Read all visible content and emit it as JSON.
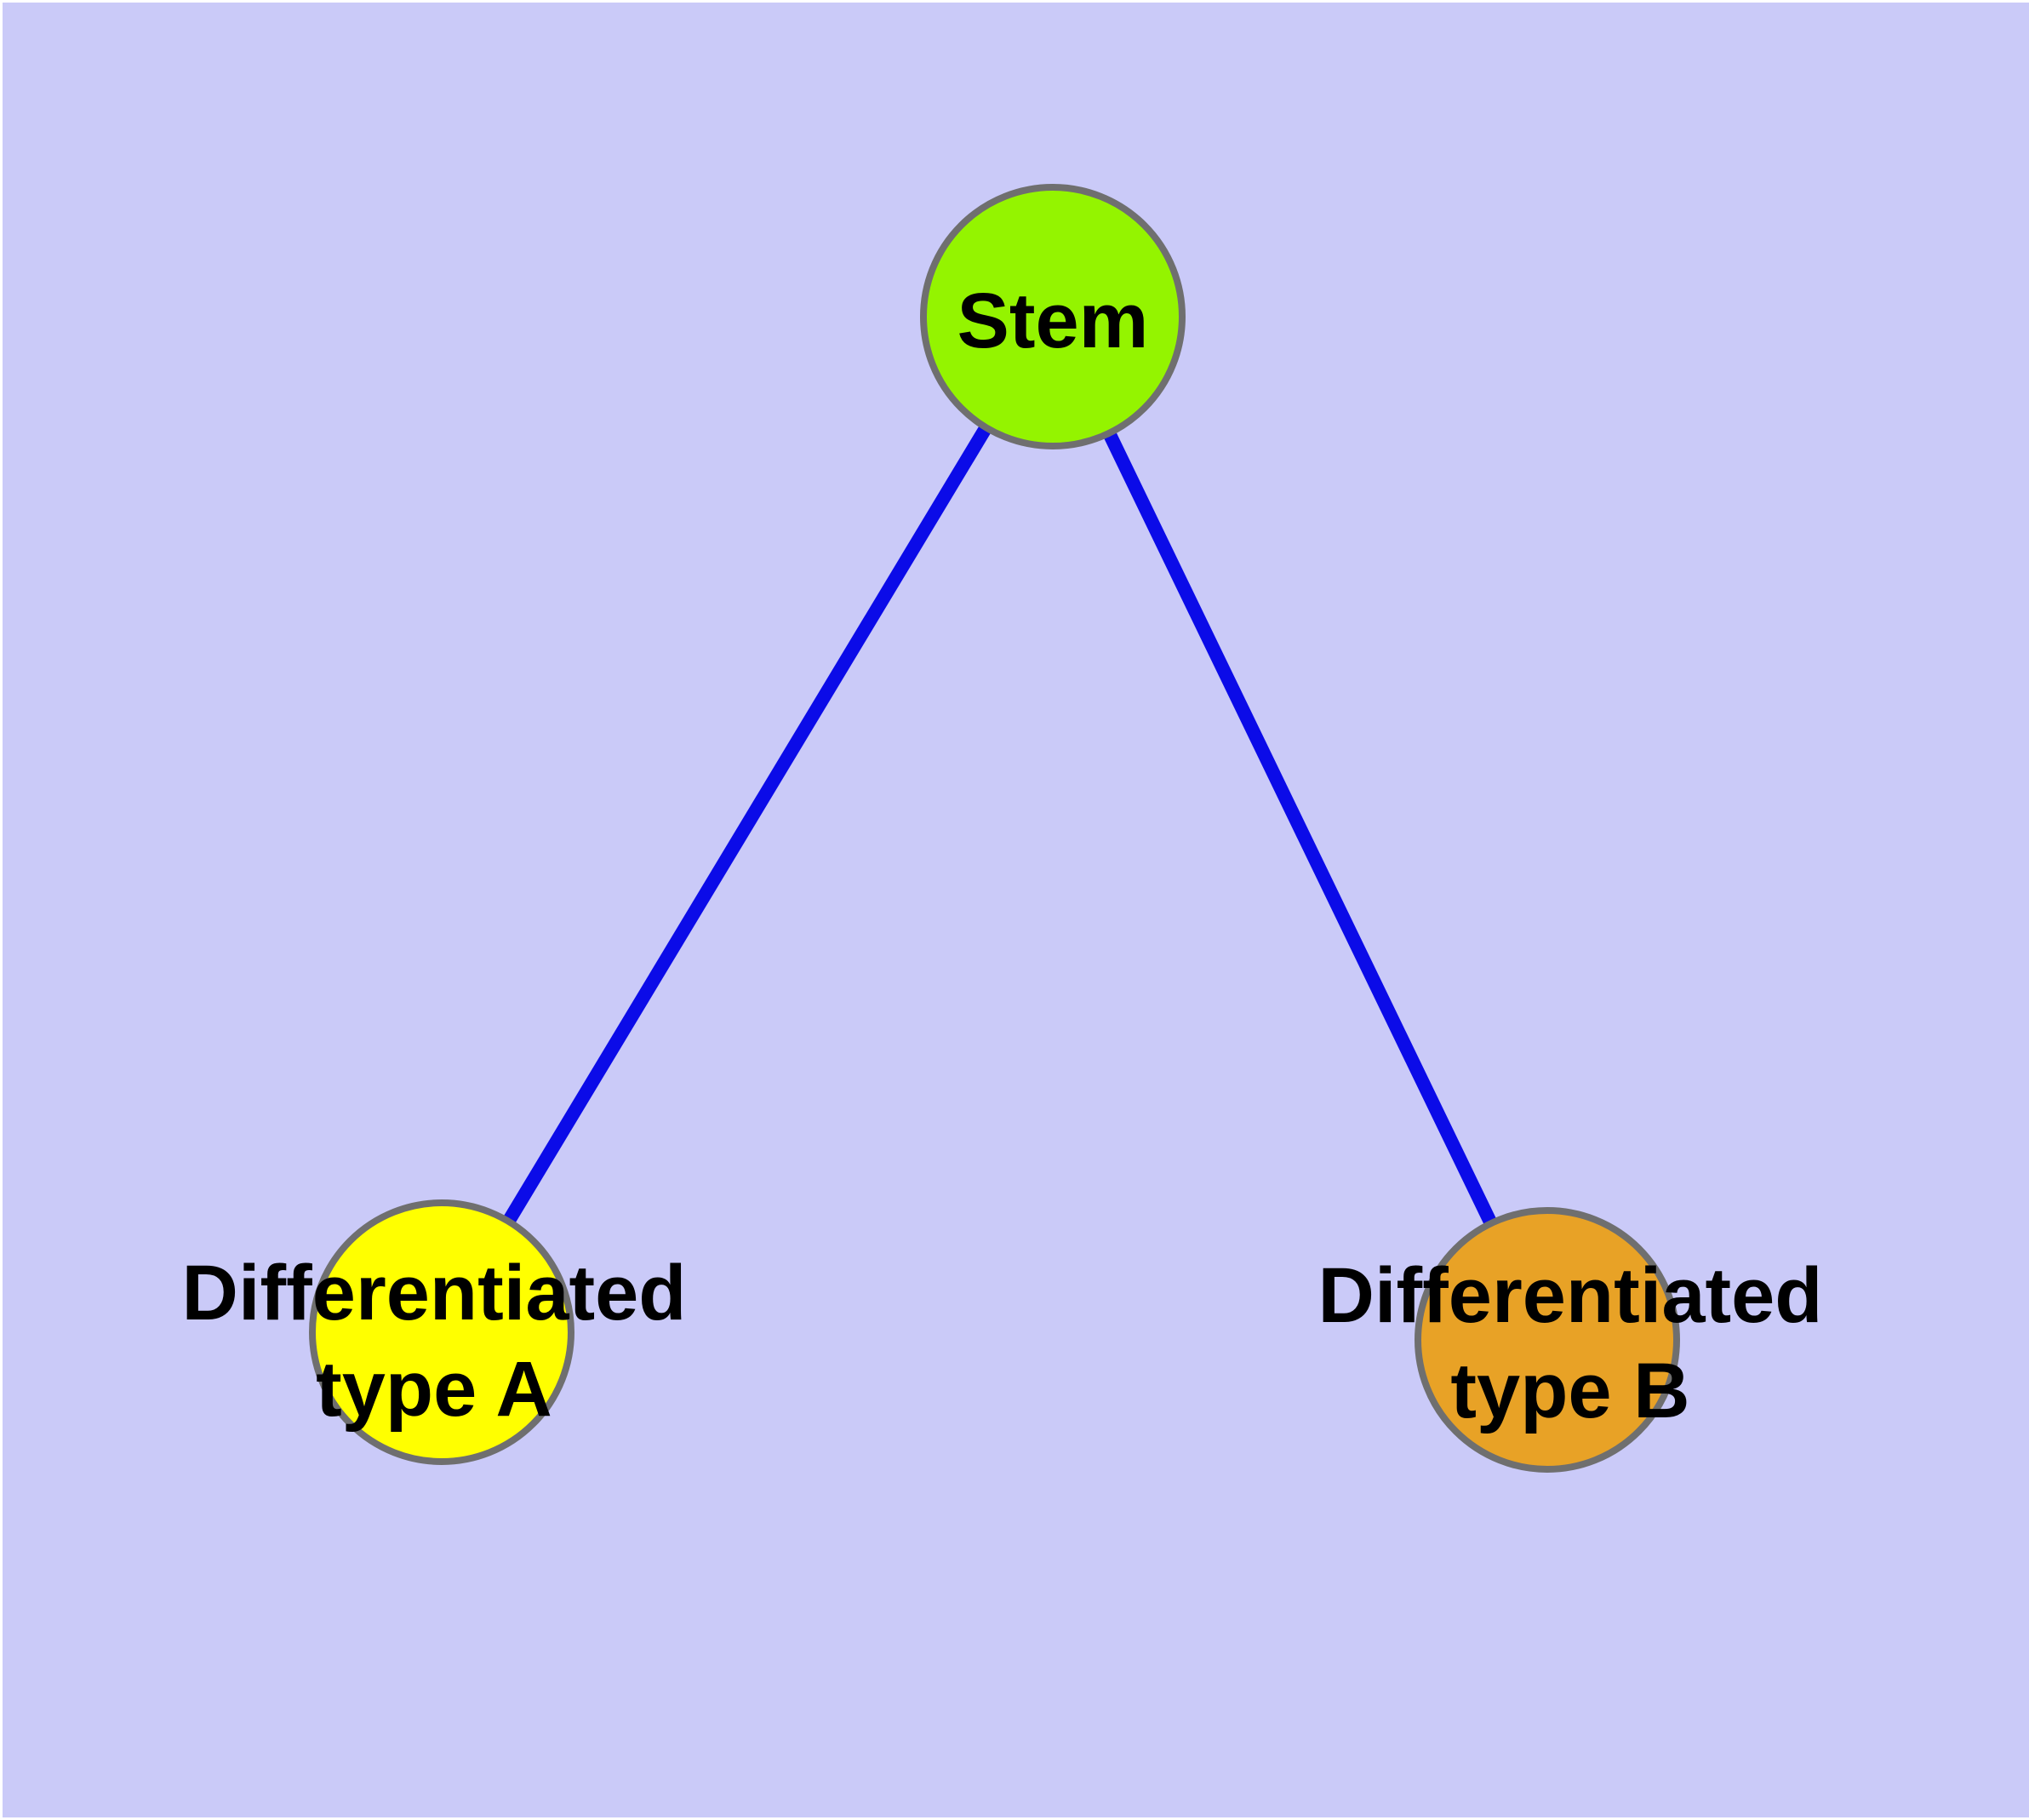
{
  "diagram": {
    "type": "graph",
    "nodes": [
      {
        "id": "stem",
        "label": "Stem",
        "fill": "#94F400"
      },
      {
        "id": "differentiated-type-a",
        "label_line1": "Differentiated",
        "label_line2": "type A",
        "fill": "#FFFF00"
      },
      {
        "id": "differentiated-type-b",
        "label_line1": "Differentiated",
        "label_line2": "type B",
        "fill": "#E8A226"
      }
    ],
    "edges": [
      {
        "from": "stem",
        "to": "differentiated-type-a"
      },
      {
        "from": "stem",
        "to": "differentiated-type-b"
      }
    ],
    "colors": {
      "page_margin": "#FFFFFF",
      "background": "#CACAF8",
      "edge": "#0B0BE8",
      "node_border": "#6F6F6F",
      "label": "#000000"
    }
  }
}
